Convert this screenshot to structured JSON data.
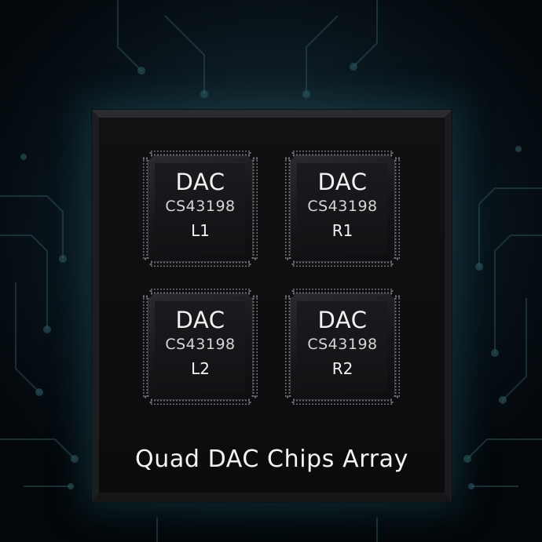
{
  "chips": [
    {
      "name": "DAC",
      "model": "CS43198",
      "channel": "L1"
    },
    {
      "name": "DAC",
      "model": "CS43198",
      "channel": "R1"
    },
    {
      "name": "DAC",
      "model": "CS43198",
      "channel": "L2"
    },
    {
      "name": "DAC",
      "model": "CS43198",
      "channel": "R2"
    }
  ],
  "caption": "Quad DAC Chips Array",
  "colors": {
    "background": "#0b1a20",
    "glow": "#1f3a42",
    "board": "#0e0e10",
    "text": "#f2f2f2"
  }
}
